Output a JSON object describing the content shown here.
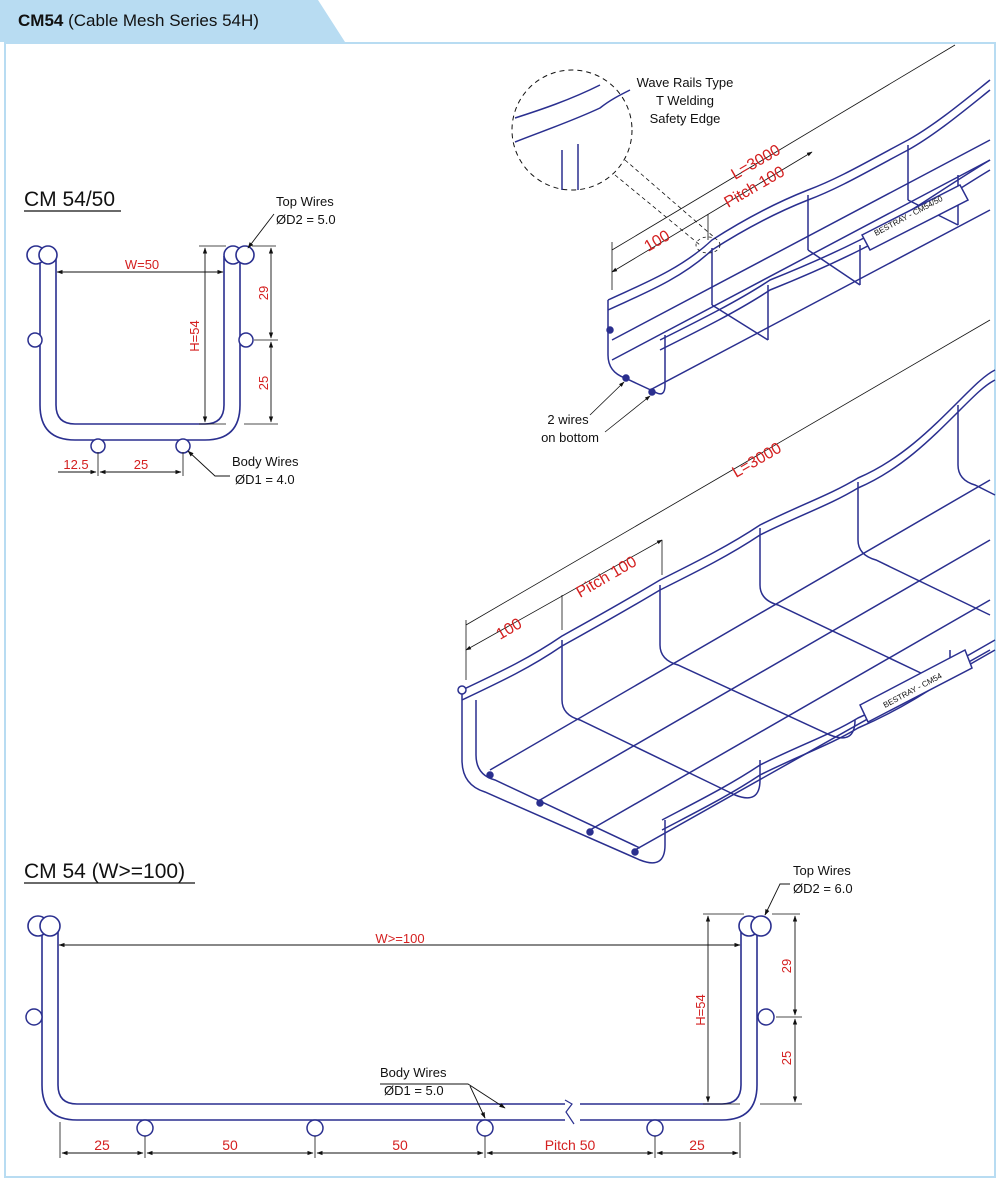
{
  "header": {
    "code": "CM54",
    "subtitle": "(Cable Mesh Series 54H)"
  },
  "colors": {
    "wire": "#2a2f8f",
    "dimension": "#d42020",
    "tab": "#b8dcf2"
  },
  "section_small": {
    "title": "CM 54/50",
    "top_wires": "Top Wires",
    "top_wires_dia": "ØD2 = 5.0",
    "width": "W=50",
    "height": "H=54",
    "dim_upper": "29",
    "dim_lower": "25",
    "dim_edge": "12.5",
    "dim_pitch": "25",
    "body_wires": "Body Wires",
    "body_wires_dia": "ØD1 = 4.0"
  },
  "iso_top": {
    "callout_1": "Wave Rails Type",
    "callout_2": "T Welding",
    "callout_3": "Safety Edge",
    "length": "L=3000",
    "pitch": "Pitch 100",
    "first": "100",
    "tag": "BESTRAY - CM54/50",
    "bottom_1": "2 wires",
    "bottom_2": "on bottom"
  },
  "iso_bottom": {
    "length": "L=3000",
    "pitch": "Pitch 100",
    "first": "100",
    "tag": "BESTRAY - CM54"
  },
  "section_large": {
    "title": "CM 54 (W>=100)",
    "top_wires": "Top Wires",
    "top_wires_dia": "ØD2 = 6.0",
    "width": "W>=100",
    "height": "H=54",
    "dim_upper": "29",
    "dim_lower": "25",
    "body_wires": "Body Wires",
    "body_wires_dia": "ØD1 = 5.0",
    "dims": [
      "25",
      "50",
      "50",
      "Pitch  50",
      "25"
    ]
  }
}
